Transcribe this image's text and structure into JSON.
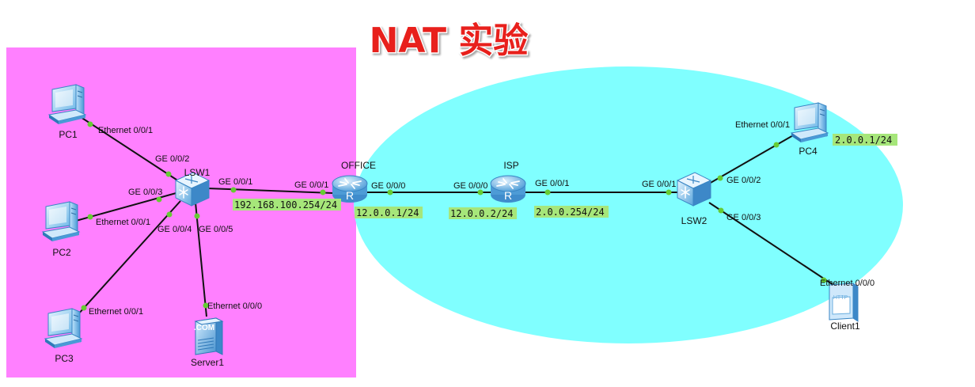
{
  "title": "NAT 实验",
  "colors": {
    "title_fill": "#e8201c",
    "office_zone": "#ff80ff",
    "isp_zone": "#80ffff",
    "link": "#111111",
    "port_dot": "#66cc33",
    "ip_label_bg": "#a6e67a"
  },
  "devices": {
    "pc1": {
      "label": "PC1",
      "icon": "pc-icon"
    },
    "pc2": {
      "label": "PC2",
      "icon": "pc-icon"
    },
    "pc3": {
      "label": "PC3",
      "icon": "pc-icon"
    },
    "pc4": {
      "label": "PC4",
      "icon": "pc-icon"
    },
    "server1": {
      "label": "Server1",
      "icon": "server-icon",
      "badge": ".COM"
    },
    "lsw1": {
      "label": "LSW1",
      "icon": "switch-icon"
    },
    "lsw2": {
      "label": "LSW2",
      "icon": "switch-icon"
    },
    "office": {
      "label": "OFFICE",
      "icon": "router-icon"
    },
    "isp": {
      "label": "ISP",
      "icon": "router-icon"
    },
    "client1": {
      "label": "Client1",
      "icon": "http-client-icon",
      "badge": "HTTP"
    }
  },
  "ports": {
    "pc1_eth": "Ethernet 0/0/1",
    "lsw1_ge002": "GE 0/0/2",
    "lsw1_ge003": "GE 0/0/3",
    "pc2_eth": "Ethernet 0/0/1",
    "lsw1_ge004": "GE 0/0/4",
    "lsw1_ge005": "GE 0/0/5",
    "pc3_eth": "Ethernet 0/0/1",
    "server1_eth": "Ethernet 0/0/0",
    "lsw1_ge001": "GE 0/0/1",
    "office_ge001": "GE 0/0/1",
    "office_ge000": "GE 0/0/0",
    "isp_ge000": "GE 0/0/0",
    "isp_ge001": "GE 0/0/1",
    "lsw2_ge001": "GE 0/0/1",
    "lsw2_ge002": "GE 0/0/2",
    "lsw2_ge003": "GE 0/0/3",
    "pc4_eth": "Ethernet 0/0/1",
    "client1_eth": "Ethernet 0/0/0"
  },
  "ip_labels": {
    "office_inside": "192.168.100.254/24",
    "office_outside": "12.0.0.1/24",
    "isp_ge000": "12.0.0.2/24",
    "isp_ge001": "2.0.0.254/24",
    "pc4": "2.0.0.1/24"
  }
}
